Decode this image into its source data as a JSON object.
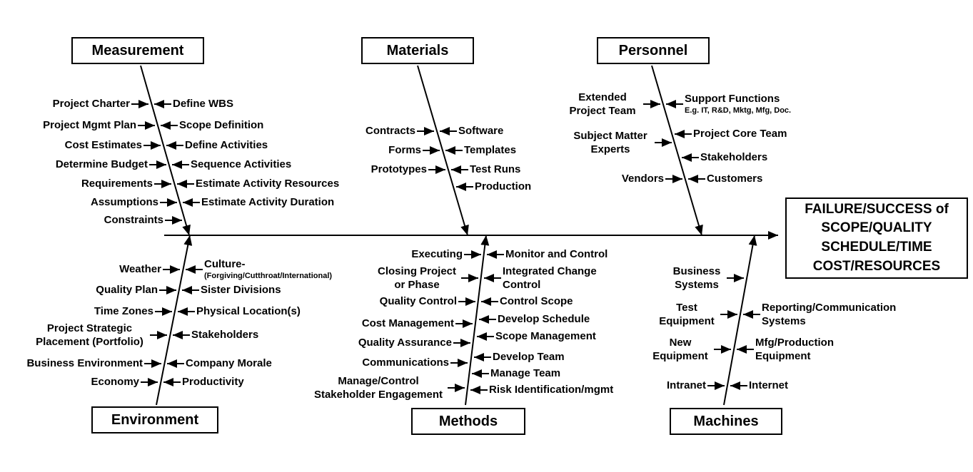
{
  "effect": {
    "lines": [
      "FAILURE/SUCCESS of",
      "SCOPE/QUALITY",
      "SCHEDULE/TIME",
      "COST/RESOURCES"
    ]
  },
  "colors": {
    "line": "#000000",
    "background": "#ffffff",
    "text": "#000000"
  },
  "bones": {
    "measurement": {
      "label": "Measurement",
      "left": [
        {
          "label": "Project Charter"
        },
        {
          "label": "Project Mgmt Plan"
        },
        {
          "label": "Cost Estimates"
        },
        {
          "label": "Determine Budget"
        },
        {
          "label": "Requirements"
        },
        {
          "label": "Assumptions"
        },
        {
          "label": "Constraints"
        }
      ],
      "right": [
        {
          "label": "Define WBS"
        },
        {
          "label": "Scope Definition"
        },
        {
          "label": "Define Activities"
        },
        {
          "label": "Sequence Activities"
        },
        {
          "label": "Estimate Activity Resources"
        },
        {
          "label": "Estimate Activity Duration"
        }
      ]
    },
    "materials": {
      "label": "Materials",
      "left": [
        {
          "label": "Contracts"
        },
        {
          "label": "Forms"
        },
        {
          "label": "Prototypes"
        }
      ],
      "right": [
        {
          "label": "Software"
        },
        {
          "label": "Templates"
        },
        {
          "label": "Test Runs"
        },
        {
          "label": "Production"
        }
      ]
    },
    "personnel": {
      "label": "Personnel",
      "left": [
        {
          "label": "Extended Project Team"
        },
        {
          "label": "Subject Matter Experts"
        },
        {
          "label": "Vendors"
        }
      ],
      "right": [
        {
          "label": "Support Functions",
          "sub": "E.g. IT, R&D, Mktg, Mfg, Doc."
        },
        {
          "label": "Project Core Team"
        },
        {
          "label": "Stakeholders"
        },
        {
          "label": "Customers"
        }
      ]
    },
    "environment": {
      "label": "Environment",
      "left": [
        {
          "label": "Weather"
        },
        {
          "label": "Quality Plan"
        },
        {
          "label": "Time Zones"
        },
        {
          "label": "Project Strategic Placement (Portfolio)"
        },
        {
          "label": "Business Environment"
        },
        {
          "label": "Economy"
        }
      ],
      "right": [
        {
          "label": "Culture-",
          "sub": "(Forgiving/Cutthroat/International)"
        },
        {
          "label": "Sister Divisions"
        },
        {
          "label": "Physical Location(s)"
        },
        {
          "label": "Stakeholders"
        },
        {
          "label": "Company Morale"
        },
        {
          "label": "Productivity"
        }
      ]
    },
    "methods": {
      "label": "Methods",
      "left": [
        {
          "label": "Executing"
        },
        {
          "label": "Closing Project or Phase"
        },
        {
          "label": "Quality Control"
        },
        {
          "label": "Cost Management"
        },
        {
          "label": "Quality Assurance"
        },
        {
          "label": "Communications"
        },
        {
          "label": "Manage/Control Stakeholder Engagement"
        }
      ],
      "right": [
        {
          "label": "Monitor and Control"
        },
        {
          "label": "Integrated Change Control"
        },
        {
          "label": "Control Scope"
        },
        {
          "label": "Develop Schedule"
        },
        {
          "label": "Scope Management"
        },
        {
          "label": "Develop Team"
        },
        {
          "label": "Manage Team"
        },
        {
          "label": "Risk Identification/mgmt"
        }
      ]
    },
    "machines": {
      "label": "Machines",
      "left": [
        {
          "label": "Business Systems"
        },
        {
          "label": "Test Equipment"
        },
        {
          "label": "New Equipment"
        },
        {
          "label": "Intranet"
        }
      ],
      "right": [
        {
          "label": "Reporting/Communication Systems"
        },
        {
          "label": "Mfg/Production Equipment"
        },
        {
          "label": "Internet"
        }
      ]
    }
  }
}
